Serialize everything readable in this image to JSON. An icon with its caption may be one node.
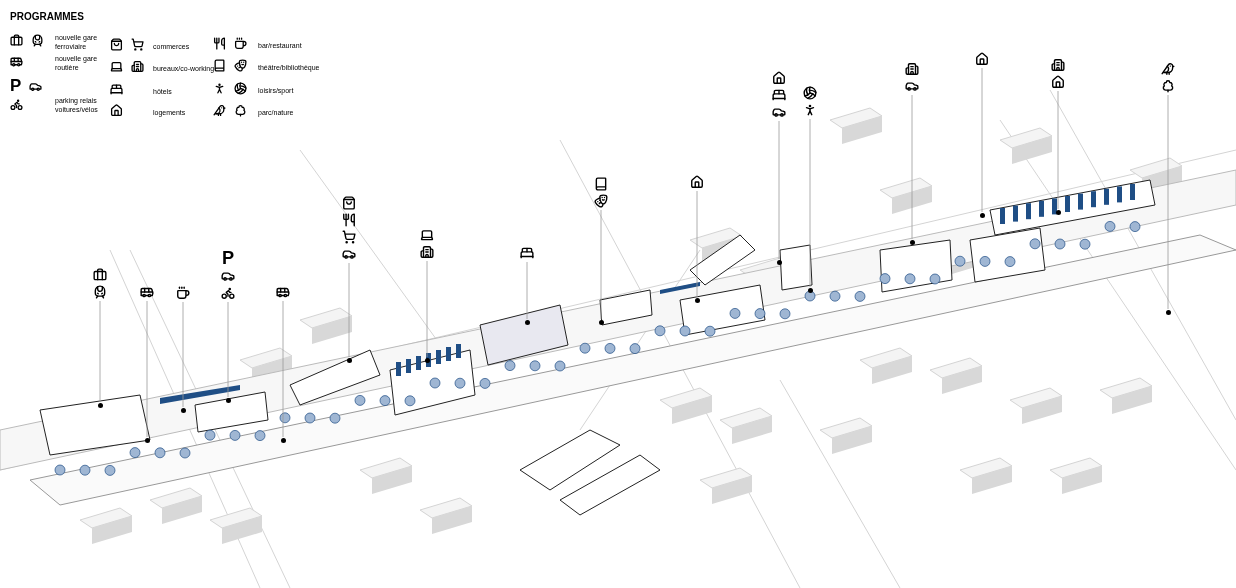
{
  "diagram": {
    "title": "PROGRAMMES",
    "nodes": [
      {
        "text": [],
        "shape": "picture"
      },
      {
        "text": [],
        "shape": "picture"
      },
      {
        "text": [],
        "shape": "picture"
      },
      {
        "text": [],
        "shape": "picture"
      },
      {
        "text": [],
        "shape": "picture"
      },
      {
        "text": [],
        "shape": "picture"
      },
      {
        "text": [],
        "shape": "picture"
      },
      {
        "text": [],
        "shape": "picture"
      },
      {
        "text": [],
        "shape": "picture"
      },
      {
        "text": [],
        "shape": "picture"
      },
      {
        "text": [],
        "shape": "picture"
      },
      {
        "text": [],
        "shape": "picture"
      },
      {
        "text": [],
        "shape": "picture"
      },
      {
        "text": [],
        "shape": "picture"
      },
      {
        "text": [],
        "shape": "picture"
      },
      {
        "text": [],
        "shape": "picture"
      },
      {
        "text": [],
        "shape": "circle"
      },
      {
        "text": [],
        "shape": "circle"
      },
      {
        "text": [],
        "shape": "circle"
      },
      {
        "text": [],
        "shape": "circle"
      },
      {
        "text": [],
        "shape": "circle"
      },
      {
        "text": [],
        "shape": "circle"
      },
      {
        "text": [],
        "shape": "circle"
      },
      {
        "text": [],
        "shape": "circle"
      },
      {
        "text": [],
        "shape": "circle"
      },
      {
        "text": [],
        "shape": "circle"
      },
      {
        "text": [],
        "shape": "circle"
      },
      {
        "text": [],
        "shape": "circle"
      },
      {
        "text": [],
        "shape": "circle"
      },
      {
        "text": [],
        "shape": "circle"
      },
      {
        "text": [],
        "shape": "circle"
      },
      {
        "text": [],
        "shape": "circle"
      }
    ],
    "edges": [
      {
        "from": 0,
        "to": 16,
        "arrow": "none"
      },
      {
        "from": 1,
        "to": 17,
        "arrow": "none"
      },
      {
        "from": 2,
        "to": 18,
        "arrow": "none"
      },
      {
        "from": 3,
        "to": 19,
        "arrow": "none"
      },
      {
        "from": 4,
        "to": 20,
        "arrow": "none"
      },
      {
        "from": 5,
        "to": 21,
        "arrow": "none"
      },
      {
        "from": 6,
        "to": 22,
        "arrow": "none"
      },
      {
        "from": 7,
        "to": 23,
        "arrow": "none"
      },
      {
        "from": 8,
        "to": 24,
        "arrow": "none"
      },
      {
        "from": 9,
        "to": 25,
        "arrow": "none"
      },
      {
        "from": 10,
        "to": 26,
        "arrow": "none"
      },
      {
        "from": 11,
        "to": 27,
        "arrow": "none"
      },
      {
        "from": 12,
        "to": 28,
        "arrow": "none"
      },
      {
        "from": 13,
        "to": 29,
        "arrow": "none"
      },
      {
        "from": 14,
        "to": 30,
        "arrow": "none"
      },
      {
        "from": 15,
        "to": 31,
        "arrow": "none"
      }
    ],
    "labels": [
      "P",
      "P"
    ],
    "legend": [
      {
        "text": "nouvelle gare ferroviaire"
      },
      {
        "text": "nouvelle gare routière"
      },
      {
        "text": "parking relais voitures/vélos"
      },
      {
        "text": "commerces"
      },
      {
        "text": "bureaux/co-working"
      },
      {
        "text": "hôtels"
      },
      {
        "text": "logements"
      },
      {
        "text": "bar/restaurant"
      },
      {
        "text": "théâtre/bibliothèque"
      },
      {
        "text": "loisirs/sport"
      },
      {
        "text": "parc/nature"
      }
    ]
  }
}
